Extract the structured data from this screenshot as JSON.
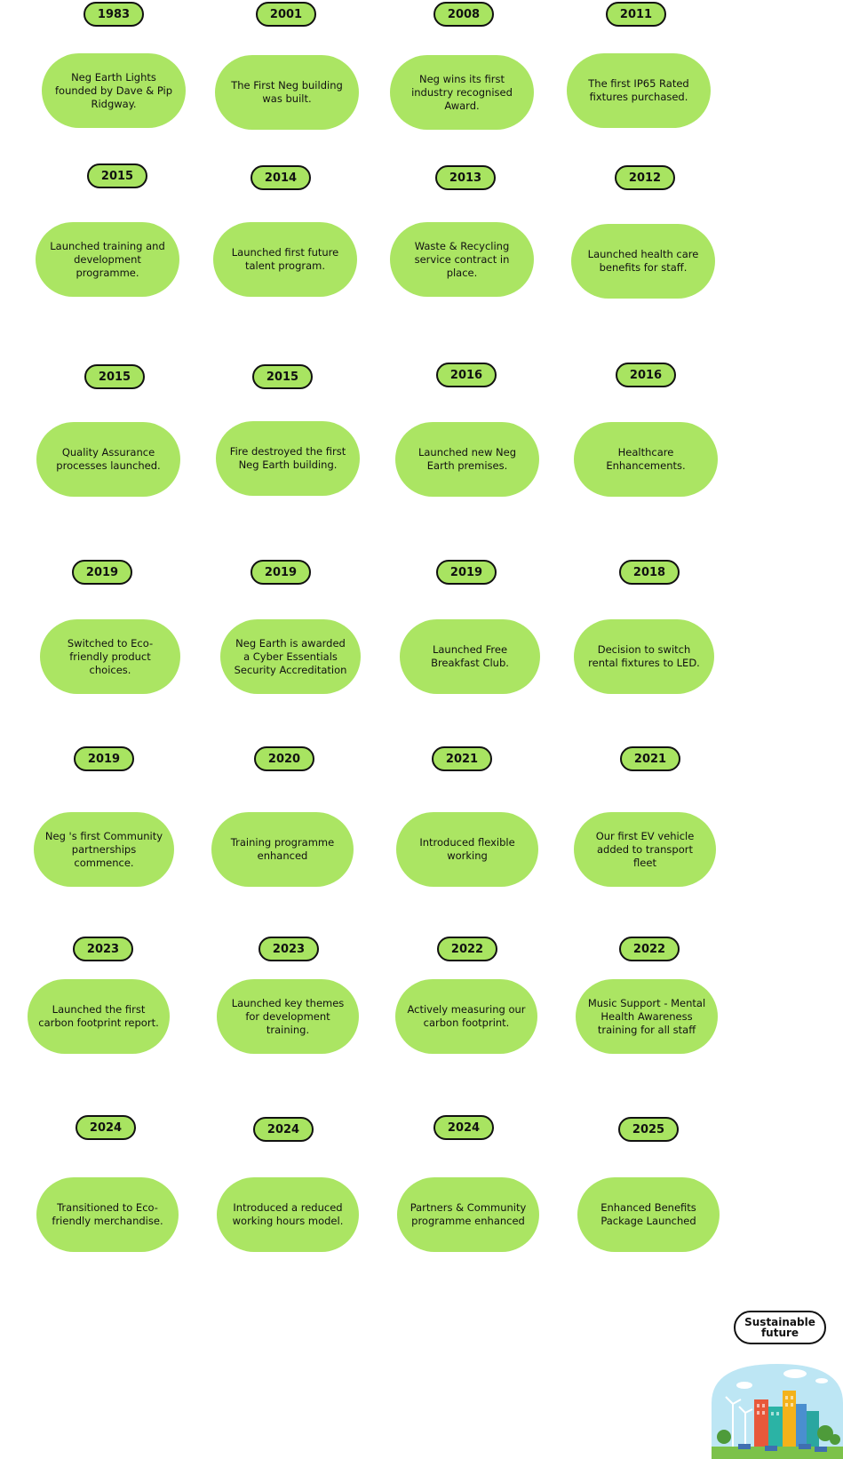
{
  "milestones": [
    {
      "year": "1983",
      "text": "Neg Earth Lights founded by Dave & Pip Ridgway."
    },
    {
      "year": "2001",
      "text": "The First Neg building was built."
    },
    {
      "year": "2008",
      "text": "Neg wins its first industry recognised Award."
    },
    {
      "year": "2011",
      "text": "The first IP65 Rated fixtures purchased."
    },
    {
      "year": "2015",
      "text": "Launched training and development programme."
    },
    {
      "year": "2014",
      "text": "Launched first future talent program."
    },
    {
      "year": "2013",
      "text": "Waste & Recycling service contract in place."
    },
    {
      "year": "2012",
      "text": "Launched health care benefits for staff."
    },
    {
      "year": "2015",
      "text": "Quality Assurance processes launched."
    },
    {
      "year": "2015",
      "text": "Fire destroyed the first Neg Earth building."
    },
    {
      "year": "2016",
      "text": "Launched new Neg Earth premises."
    },
    {
      "year": "2016",
      "text": "Healthcare Enhancements."
    },
    {
      "year": "2019",
      "text": "Switched to Eco-friendly product choices."
    },
    {
      "year": "2019",
      "text": "Neg Earth is awarded a Cyber Essentials Security Accreditation"
    },
    {
      "year": "2019",
      "text": "Launched Free Breakfast Club."
    },
    {
      "year": "2018",
      "text": "Decision to switch rental fixtures to LED."
    },
    {
      "year": "2019",
      "text": "Neg 's first Community partnerships commence."
    },
    {
      "year": "2020",
      "text": "Training programme enhanced"
    },
    {
      "year": "2021",
      "text": "Introduced flexible working"
    },
    {
      "year": "2021",
      "text": "Our first EV vehicle added to transport fleet"
    },
    {
      "year": "2023",
      "text": "Launched the first carbon footprint report."
    },
    {
      "year": "2023",
      "text": "Launched key themes for development training."
    },
    {
      "year": "2022",
      "text": "Actively measuring our carbon footprint."
    },
    {
      "year": "2022",
      "text": "Music Support - Mental Health Awareness training for all staff"
    },
    {
      "year": "2024",
      "text": "Transitioned to Eco-friendly merchandise."
    },
    {
      "year": "2024",
      "text": "Introduced a reduced working hours model."
    },
    {
      "year": "2024",
      "text": "Partners & Community programme enhanced"
    },
    {
      "year": "2025",
      "text": "Enhanced Benefits Package Launched"
    }
  ],
  "final": {
    "label": "Sustainable future"
  },
  "illustration": {
    "icon": "sustainable-city-icon"
  },
  "colors": {
    "pill": "#abe563",
    "outline": "#111111",
    "background": "#ffffff"
  }
}
